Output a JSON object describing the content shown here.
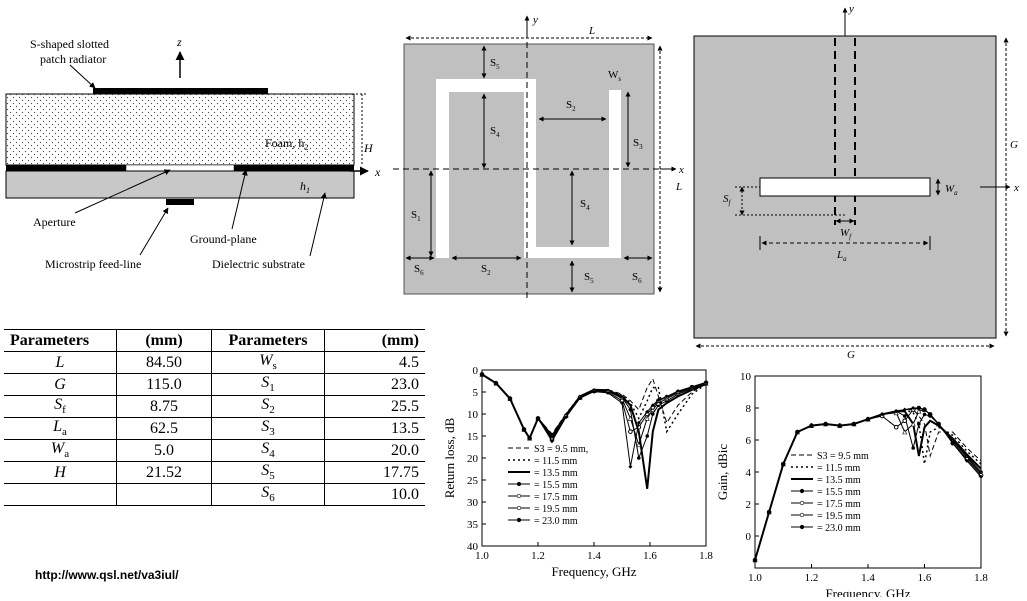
{
  "side_view": {
    "title_line1": "S-shaped slotted",
    "title_line2": "patch radiator",
    "axis_z": "z",
    "axis_x": "x",
    "foam": "Foam, h",
    "foam_sub": "2",
    "h1": "h",
    "h1_sub": "1",
    "H": "H",
    "aperture": "Aperture",
    "ground_plane": "Ground-plane",
    "feed_line": "Microstrip feed-line",
    "substrate": "Dielectric substrate"
  },
  "patch_view": {
    "L": "L",
    "y": "y",
    "x": "x",
    "L_side": "L",
    "S5a": "S",
    "S5a_sub": "5",
    "Ws": "W",
    "Ws_sub": "s",
    "S2a": "S",
    "S2a_sub": "2",
    "S4a": "S",
    "S4a_sub": "4",
    "S3": "S",
    "S3_sub": "3",
    "S1": "S",
    "S1_sub": "1",
    "S4b": "S",
    "S4b_sub": "4",
    "S6a": "S",
    "S6a_sub": "6",
    "S2b": "S",
    "S2b_sub": "2",
    "S5b": "S",
    "S5b_sub": "5",
    "S6b": "S",
    "S6b_sub": "6"
  },
  "aperture_view": {
    "y": "y",
    "x": "x",
    "G_right": "G",
    "G_bottom": "G",
    "Sf": "S",
    "Sf_sub": "f",
    "Wa": "W",
    "Wa_sub": "a",
    "Wf": "W",
    "Wf_sub": "f",
    "La": "L",
    "La_sub": "a"
  },
  "table": {
    "headers": [
      "Parameters",
      "(mm)",
      "Parameters",
      "(mm)"
    ],
    "rows": [
      {
        "p1": "L",
        "p1_sub": "",
        "v1": "84.50",
        "p2": "W",
        "p2_sub": "s",
        "v2": "4.5"
      },
      {
        "p1": "G",
        "p1_sub": "",
        "v1": "115.0",
        "p2": "S",
        "p2_sub": "1",
        "v2": "23.0"
      },
      {
        "p1": "S",
        "p1_sub": "f",
        "v1": "8.75",
        "p2": "S",
        "p2_sub": "2",
        "v2": "25.5"
      },
      {
        "p1": "L",
        "p1_sub": "a",
        "v1": "62.5",
        "p2": "S",
        "p2_sub": "3",
        "v2": "13.5"
      },
      {
        "p1": "W",
        "p1_sub": "a",
        "v1": "5.0",
        "p2": "S",
        "p2_sub": "4",
        "v2": "20.0"
      },
      {
        "p1": "H",
        "p1_sub": "",
        "v1": "21.52",
        "p2": "S",
        "p2_sub": "5",
        "v2": "17.75"
      },
      {
        "p1": "",
        "p1_sub": "",
        "v1": "",
        "p2": "S",
        "p2_sub": "6",
        "v2": "10.0"
      }
    ]
  },
  "url": "http://www.qsl.net/va3iul/",
  "chart_data": [
    {
      "type": "line",
      "xlabel": "Frequency, GHz",
      "ylabel": "Return loss, dB",
      "xlim": [
        1.0,
        1.8
      ],
      "ylim": [
        0,
        40
      ],
      "y_inverted": true,
      "xticks": [
        "1.0",
        "1.2",
        "1.4",
        "1.6",
        "1.8"
      ],
      "yticks": [
        "0",
        "5",
        "10",
        "15",
        "20",
        "25",
        "30",
        "35",
        "40"
      ],
      "x": [
        1.0,
        1.05,
        1.1,
        1.15,
        1.17,
        1.2,
        1.25,
        1.3,
        1.35,
        1.4,
        1.45,
        1.5,
        1.53,
        1.56,
        1.59,
        1.61,
        1.63,
        1.66,
        1.7,
        1.75,
        1.8
      ],
      "series": [
        {
          "name": "S3 = 9.5 mm,",
          "values": [
            1,
            3,
            6.5,
            13.5,
            15.5,
            11,
            14.5,
            10,
            6,
            4.5,
            4.5,
            5.5,
            7,
            9,
            4,
            2,
            6,
            12,
            8,
            5,
            3
          ]
        },
        {
          "name": "= 11.5 mm",
          "values": [
            1,
            3,
            6.5,
            13.5,
            15.5,
            11,
            14.8,
            10,
            6,
            4.5,
            4.5,
            5.8,
            7.5,
            11,
            7,
            4,
            4,
            14,
            10,
            5.5,
            3.2
          ]
        },
        {
          "name": "= 13.5 mm",
          "values": [
            1,
            3,
            6.5,
            13.5,
            15.5,
            11,
            15,
            10.2,
            6,
            4.5,
            4.6,
            6,
            8,
            14,
            27,
            14,
            9,
            7.5,
            6,
            4.5,
            3.2
          ]
        },
        {
          "name": "= 15.5 mm",
          "values": [
            1,
            3,
            6.5,
            13.5,
            15.5,
            11,
            15.2,
            10.3,
            6.1,
            4.6,
            4.7,
            6.2,
            9,
            20,
            15,
            10,
            8,
            7,
            5.5,
            4.2,
            3
          ]
        },
        {
          "name": "= 17.5 mm",
          "values": [
            1,
            3,
            6.5,
            13.5,
            15.5,
            11,
            15.5,
            10.4,
            6.2,
            4.7,
            4.8,
            6.5,
            11,
            17,
            11,
            9,
            7.5,
            6.5,
            5.2,
            4,
            3
          ]
        },
        {
          "name": "= 19.5 mm",
          "values": [
            1,
            3,
            6.5,
            13.5,
            15.5,
            11,
            15.8,
            10.5,
            6.3,
            4.8,
            5,
            7,
            14,
            13,
            10,
            8.5,
            7,
            6.2,
            5,
            3.9,
            2.9
          ]
        },
        {
          "name": "= 23.0 mm",
          "values": [
            1,
            3,
            6.5,
            13.5,
            15.5,
            11,
            16.2,
            10.7,
            6.4,
            4.9,
            5.2,
            7.5,
            22,
            12,
            9.5,
            8,
            6.8,
            6,
            4.8,
            3.8,
            2.8
          ]
        }
      ]
    },
    {
      "type": "line",
      "xlabel": "Frequency, GHz",
      "ylabel": "Gain, dBic",
      "xlim": [
        1.0,
        1.8
      ],
      "ylim": [
        -2,
        10
      ],
      "xticks": [
        "1.0",
        "1.2",
        "1.4",
        "1.6",
        "1.8"
      ],
      "yticks": [
        "0",
        "2",
        "4",
        "6",
        "8",
        "10"
      ],
      "x": [
        1.0,
        1.05,
        1.1,
        1.15,
        1.2,
        1.25,
        1.3,
        1.35,
        1.4,
        1.45,
        1.5,
        1.53,
        1.56,
        1.58,
        1.6,
        1.62,
        1.65,
        1.7,
        1.75,
        1.8
      ],
      "series": [
        {
          "name": "S3 = 9.5 mm",
          "values": [
            -1.5,
            1.5,
            4.5,
            6.5,
            6.9,
            7.0,
            6.9,
            7.0,
            7.3,
            7.6,
            7.8,
            7.9,
            7.9,
            7.5,
            7.0,
            5.0,
            6.5,
            6.5,
            5.5,
            4.7
          ]
        },
        {
          "name": "= 11.5 mm",
          "values": [
            -1.5,
            1.5,
            4.5,
            6.5,
            6.9,
            7.0,
            6.9,
            7.0,
            7.3,
            7.6,
            7.8,
            7.9,
            7.7,
            7.0,
            4.5,
            6.5,
            6.8,
            6.3,
            5.3,
            4.5
          ]
        },
        {
          "name": "= 13.5 mm",
          "values": [
            -1.5,
            1.5,
            4.5,
            6.5,
            6.9,
            7.0,
            6.9,
            7.0,
            7.3,
            7.6,
            7.8,
            7.8,
            7.0,
            5.0,
            6.8,
            7.2,
            6.9,
            6.1,
            5.1,
            4.2
          ]
        },
        {
          "name": "= 15.5 mm",
          "values": [
            -1.5,
            1.5,
            4.5,
            6.5,
            6.9,
            7.0,
            6.9,
            7.0,
            7.3,
            7.6,
            7.8,
            7.5,
            5.5,
            7.0,
            7.6,
            7.5,
            7.0,
            6.0,
            5.0,
            4.0
          ]
        },
        {
          "name": "= 17.5 mm",
          "values": [
            -1.5,
            1.5,
            4.5,
            6.5,
            6.9,
            7.0,
            6.9,
            7.0,
            7.3,
            7.6,
            7.7,
            6.5,
            7.0,
            7.8,
            7.9,
            7.6,
            7.0,
            5.9,
            4.9,
            3.9
          ]
        },
        {
          "name": "= 19.5 mm",
          "values": [
            -1.5,
            1.5,
            4.5,
            6.5,
            6.9,
            7.0,
            6.9,
            7.0,
            7.3,
            7.5,
            6.8,
            7.2,
            7.9,
            8.0,
            7.9,
            7.6,
            7.0,
            5.8,
            4.8,
            3.8
          ]
        },
        {
          "name": "= 23.0 mm",
          "values": [
            -1.5,
            1.5,
            4.5,
            6.5,
            6.9,
            7.0,
            6.9,
            7.0,
            7.3,
            7.6,
            7.8,
            7.9,
            8.0,
            8.0,
            7.9,
            7.6,
            7.0,
            5.8,
            4.7,
            3.7
          ]
        }
      ]
    }
  ]
}
